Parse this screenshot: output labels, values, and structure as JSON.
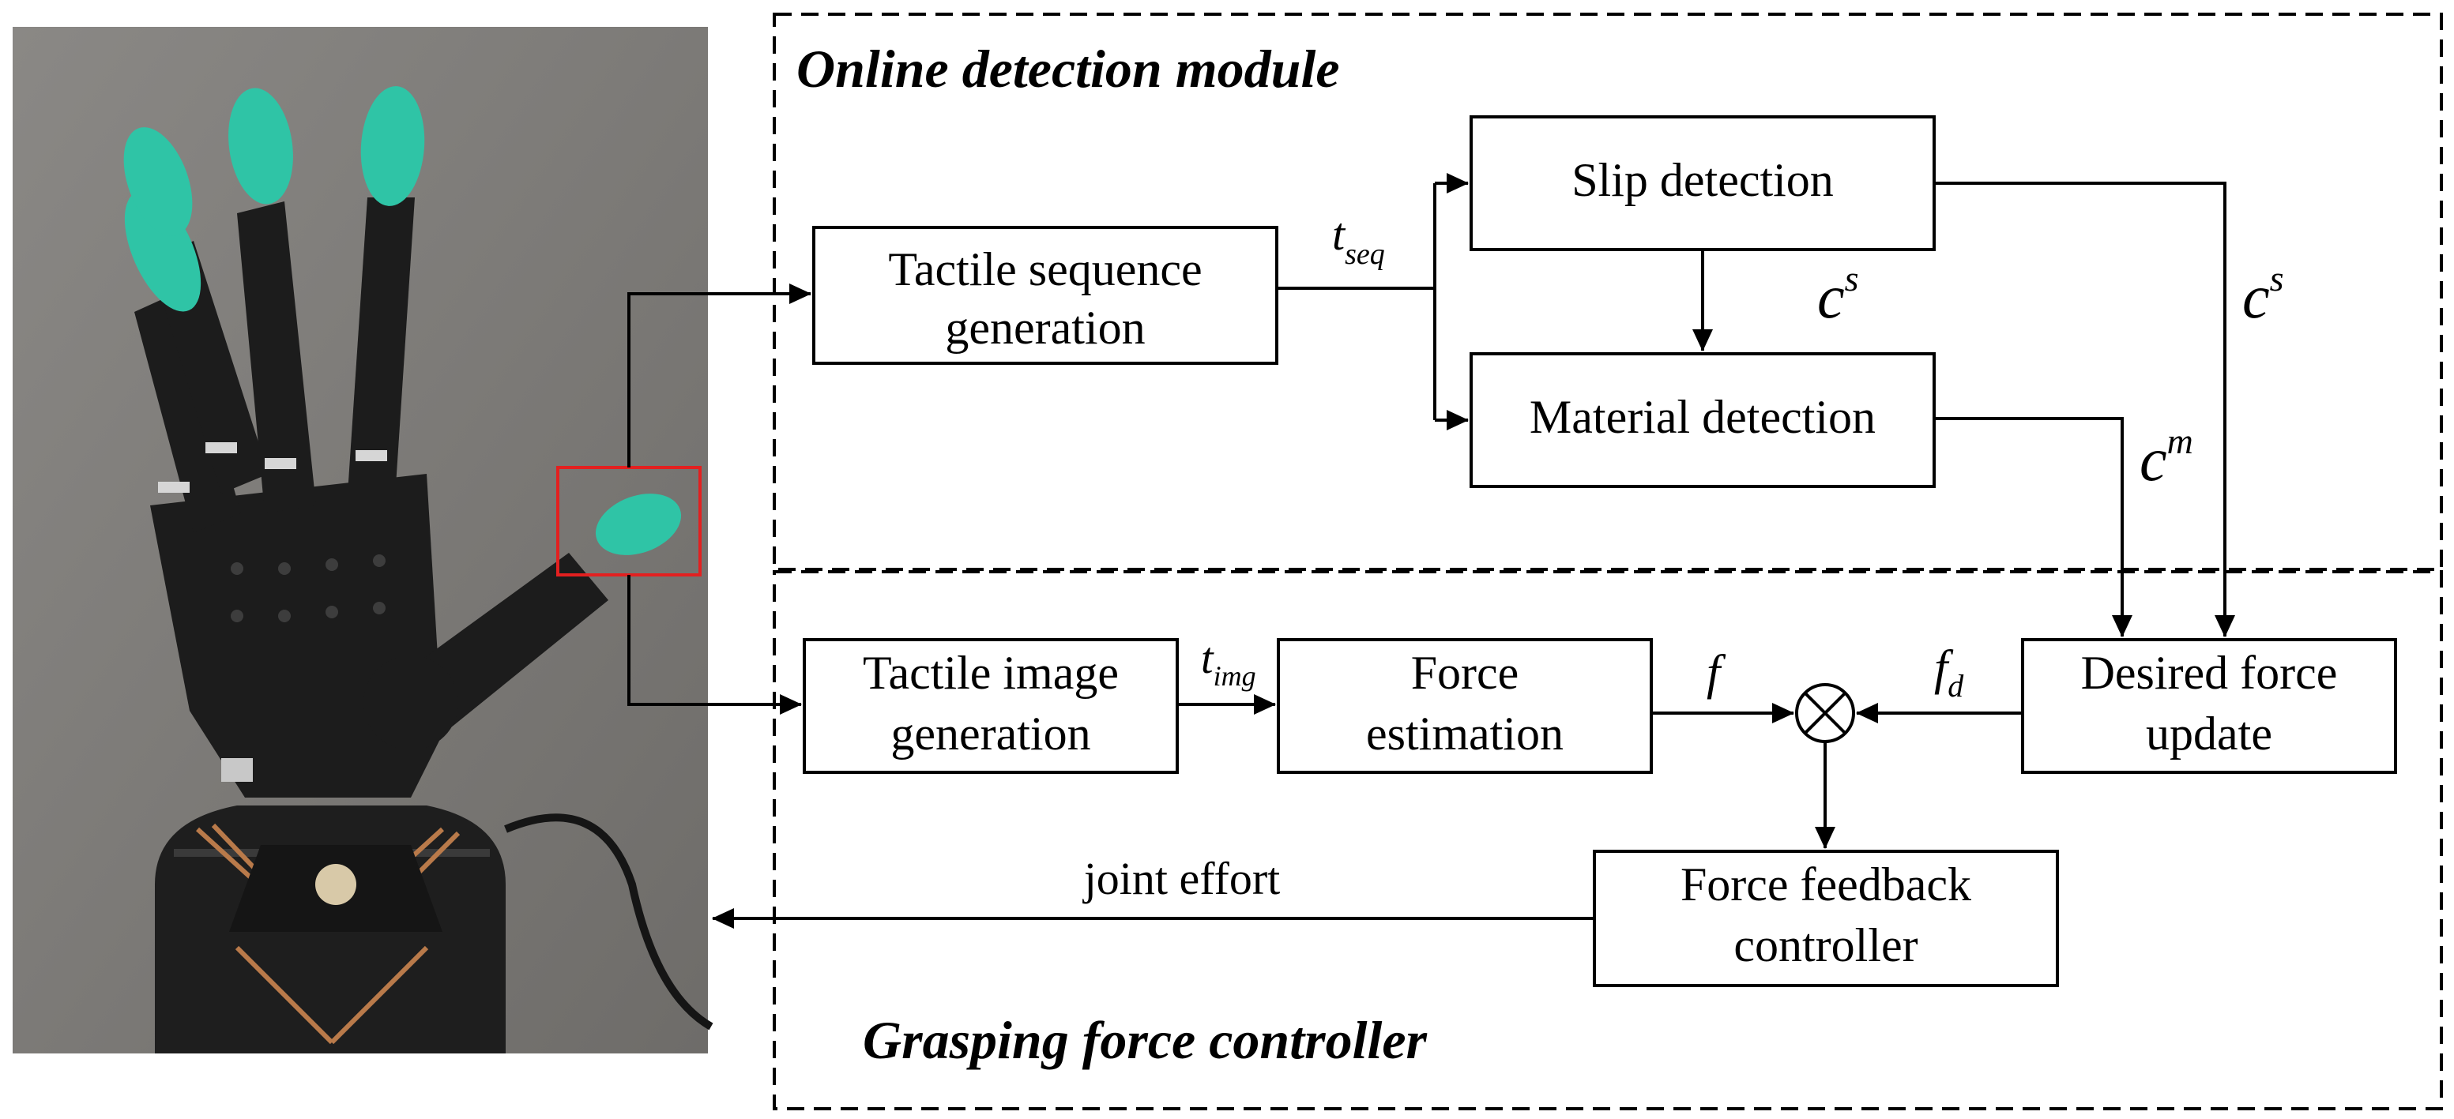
{
  "modules": {
    "online": {
      "title": "Online detection module"
    },
    "controller": {
      "title": "Grasping force controller"
    }
  },
  "blocks": {
    "tactile_sequence": {
      "line1": "Tactile sequence",
      "line2": "generation"
    },
    "slip_detection": {
      "label": "Slip detection"
    },
    "material_detection": {
      "label": "Material detection"
    },
    "tactile_image": {
      "line1": "Tactile image",
      "line2": "generation"
    },
    "force_estimation": {
      "line1": "Force",
      "line2": "estimation"
    },
    "desired_force": {
      "line1": "Desired force",
      "line2": "update"
    },
    "feedback_controller": {
      "line1": "Force feedback",
      "line2": "controller"
    }
  },
  "signals": {
    "t_seq": {
      "base": "t",
      "sub": "seq"
    },
    "c_s_inner": {
      "base": "c",
      "sup": "s"
    },
    "c_s_outer": {
      "base": "c",
      "sup": "s"
    },
    "c_m": {
      "base": "c",
      "sup": "m"
    },
    "t_img": {
      "base": "t",
      "sub": "img"
    },
    "f": {
      "base": "f"
    },
    "f_d": {
      "base": "f",
      "sub": "d"
    },
    "joint_effort": {
      "label": "joint effort"
    }
  },
  "colors": {
    "fingertip": "#2fc4a6",
    "hand_body": "#1c1c1c",
    "background_surface": "#7d7b78",
    "highlight_box": "#e32020"
  }
}
